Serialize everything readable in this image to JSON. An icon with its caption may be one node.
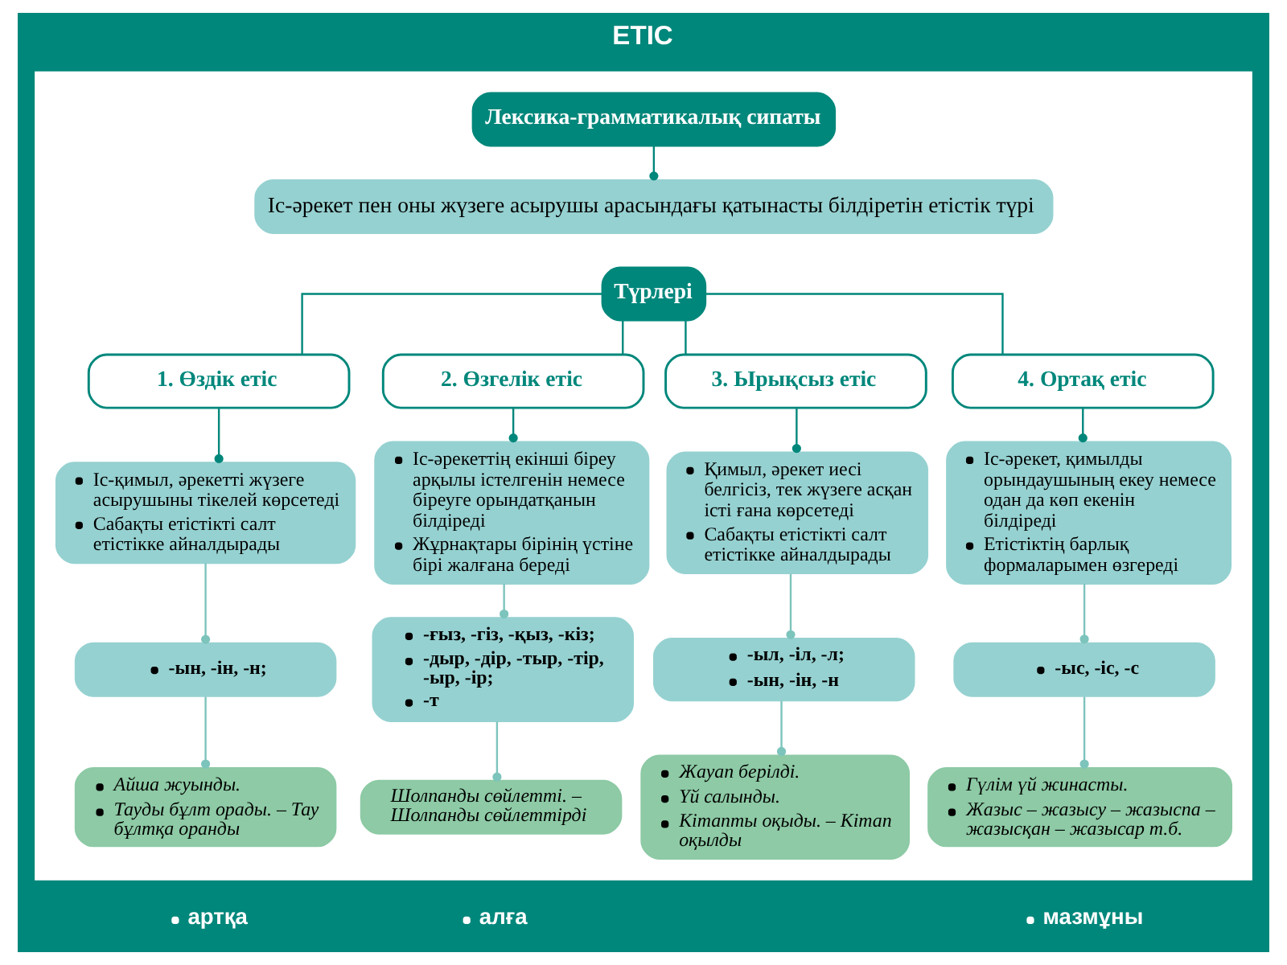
{
  "diagram": {
    "title": "ЕТІС",
    "nodes": [
      {
        "text": [],
        "shape": "box"
      },
      {
        "text": [
          "Лексика-грамматикалық сипаты"
        ],
        "in": 0
      },
      {
        "text": [
          "Іс-әрекет пен оны жүзеге асырушы арасындағы қатынасты білдіретін етістік түрі"
        ],
        "in": 0
      },
      {
        "text": [
          "Түрлері"
        ],
        "in": 0
      },
      {
        "text": [
          "1. Өздік етіс"
        ],
        "in": 0
      },
      {
        "text": [
          "2. Өзгелік етіс"
        ],
        "in": 0
      },
      {
        "text": [
          "3. Ырықсыз етіс"
        ],
        "in": 0
      },
      {
        "text": [
          "4. Ортақ етіс"
        ],
        "in": 0
      },
      {
        "text": [
          "Іс-қимыл, әрекетті жүзеге асырушыны тікелей көрсетеді",
          "Сабақты етістікті салт етістікке айналдырады"
        ],
        "in": 0
      },
      {
        "text": [
          "Іс-әрекеттің екінші біреу арқылы істелгенін немесе біреуге орындатқанын білдіреді",
          "Жұрнақтары бірінің үстіне бірі жалғана береді"
        ],
        "in": 0
      },
      {
        "text": [
          "Қимыл, әрекет иесі белгісіз, тек жүзеге асқан істі ғана көрсетеді",
          "Сабақты етістікті салт етістікке айналдырады"
        ],
        "in": 0
      },
      {
        "text": [
          "Іс-әрекет, қимылды орындаушының екеу немесе одан да көп екенін білдіреді",
          "Етістіктің барлық формаларымен өзгереді"
        ],
        "in": 0
      },
      {
        "text": [
          "-ын, -ін, -н;"
        ],
        "in": 0
      },
      {
        "text": [
          "-ғыз, -гіз, -қыз, -кіз;",
          "-дыр, -дір, -тыр, -тір, -ыр, -ір;",
          "-т"
        ],
        "in": 0
      },
      {
        "text": [
          "-ыл, -іл, -л;",
          "-ын, -ін, -н"
        ],
        "in": 0
      },
      {
        "text": [
          "-ыс, -іс, -с"
        ],
        "in": 0
      },
      {
        "text": [
          "Айша жуынды.",
          "Тауды бұлт орады. – Тау бұлтқа оранды"
        ],
        "in": 0
      },
      {
        "text": [
          "Шолпанды сөйлетті. – Шолпанды сөйлеттірді"
        ],
        "in": 0
      },
      {
        "text": [
          "Жауап берілді.",
          "Үй салынды.",
          "Кітапты оқыды. – Кітап оқылды"
        ],
        "in": 0
      },
      {
        "text": [
          "Гүлім үй жинасты.",
          "Жазыс – жазысу – жазыспа – жазысқан – жазысар т.б."
        ],
        "in": 0
      }
    ],
    "edges": [
      {
        "from": 1,
        "to": 2,
        "arrow": "other"
      },
      {
        "from": 3,
        "to": 4,
        "arrow": "none"
      },
      {
        "from": 3,
        "to": 5,
        "arrow": "none"
      },
      {
        "from": 3,
        "to": 6,
        "arrow": "none"
      },
      {
        "from": 3,
        "to": 7,
        "arrow": "none"
      },
      {
        "from": 4,
        "to": 8,
        "arrow": "other"
      },
      {
        "from": 5,
        "to": 9,
        "arrow": "other"
      },
      {
        "from": 6,
        "to": 10,
        "arrow": "other"
      },
      {
        "from": 7,
        "to": 11,
        "arrow": "other"
      },
      {
        "from": 8,
        "to": 12,
        "arrow": "other",
        "color": "#7cc4bc"
      },
      {
        "from": 9,
        "to": 13,
        "arrow": "other",
        "color": "#7cc4bc"
      },
      {
        "from": 10,
        "to": 14,
        "arrow": "other",
        "color": "#7cc4bc"
      },
      {
        "from": 11,
        "to": 15,
        "arrow": "other",
        "color": "#7cc4bc"
      },
      {
        "from": 12,
        "to": 16,
        "arrow": "other",
        "color": "#7cc4bc"
      },
      {
        "from": 13,
        "to": 17,
        "arrow": "other",
        "color": "#7cc4bc"
      },
      {
        "from": 14,
        "to": 18,
        "arrow": "other",
        "color": "#7cc4bc"
      },
      {
        "from": 15,
        "to": 19,
        "arrow": "other",
        "color": "#7cc4bc"
      }
    ],
    "labels": [
      "артқа",
      "алға",
      "мазмұны"
    ]
  }
}
